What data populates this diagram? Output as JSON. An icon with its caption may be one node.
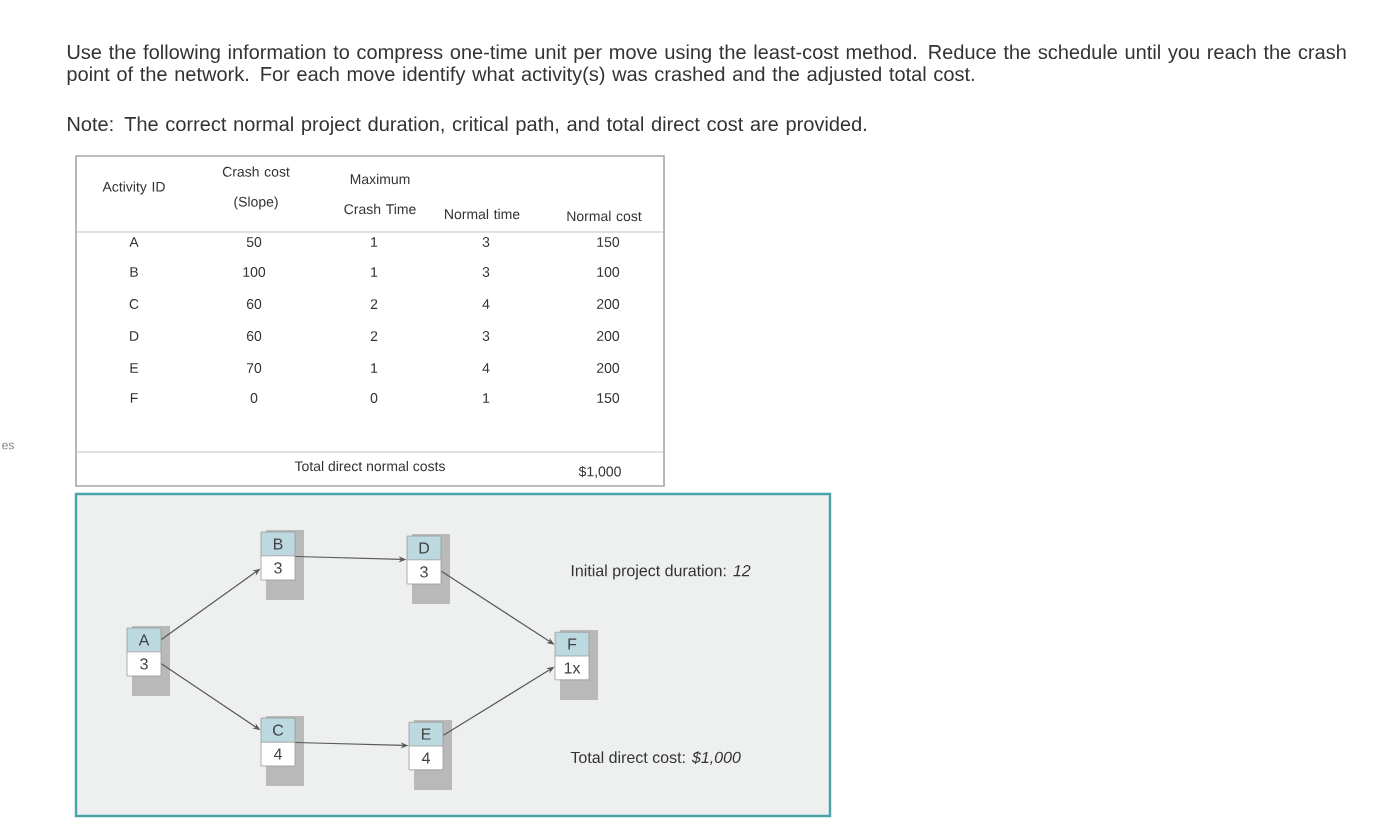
{
  "diagram": {
    "nodes": [
      {
        "text": [
          "A",
          "3"
        ]
      },
      {
        "text": [
          "B",
          "3"
        ]
      },
      {
        "text": [
          "C",
          "4"
        ]
      },
      {
        "text": [
          "D",
          "3"
        ]
      },
      {
        "text": [
          "E",
          "4"
        ]
      },
      {
        "text": [
          "F",
          "1x"
        ]
      }
    ],
    "edges": [
      {
        "from": 0,
        "to": 1,
        "arrow": "to"
      },
      {
        "from": 0,
        "to": 2,
        "arrow": "to"
      },
      {
        "from": 1,
        "to": 3,
        "arrow": "to"
      },
      {
        "from": 2,
        "to": 4,
        "arrow": "to"
      },
      {
        "from": 3,
        "to": 5,
        "arrow": "to"
      },
      {
        "from": 4,
        "to": 5,
        "arrow": "to"
      }
    ],
    "labels": [
      "Use the following information to compress one-time unit per move using the least-cost method. Reduce the schedule until you reach the crash point of the network. For each move identify what activity(s) was crashed and the adjusted total cost.",
      "Note: The correct normal project duration, critical path, and total direct cost are provided.",
      "Activity ID",
      "Crash cost (Slope)",
      "Maximum Crash Time",
      "Normal time",
      "Normal cost",
      "A",
      "50",
      "1",
      "3",
      "150",
      "B",
      "100",
      "1",
      "3",
      "100",
      "C",
      "60",
      "2",
      "4",
      "200",
      "D",
      "60",
      "2",
      "3",
      "200",
      "E",
      "70",
      "1",
      "4",
      "200",
      "F",
      "0",
      "0",
      "1",
      "150",
      "Total direct normal costs",
      "$1,000",
      "es",
      "Initial project duration: *12*",
      "Total direct cost: *$1,000*"
    ]
  }
}
